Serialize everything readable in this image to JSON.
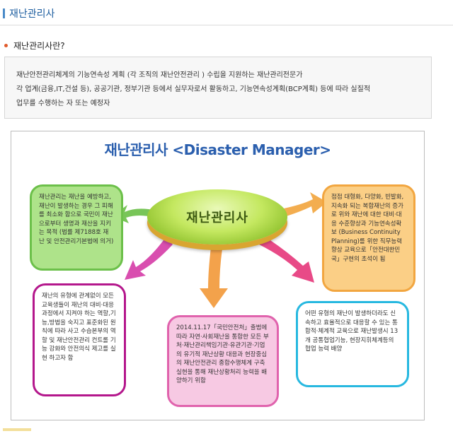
{
  "page": {
    "title": "재난관리사"
  },
  "section": {
    "title": "재난관리사란?"
  },
  "definition": {
    "lines": [
      "재난안전관리체계의 기능연속성 계획 (각 조직의 재난안전관리 ) 수립을 지원하는 재난관리전문가",
      "각 업계(금융,IT,건설 등), 공공기관, 정부기관 등에서 실무자로서 활동하고, 기능연속성계획(BCP계획) 등에 따라 실질적",
      "업무를 수행하는 자 또는 예정자"
    ]
  },
  "diagram": {
    "title": "재난관리사 <Disaster Manager>",
    "center_label": "재난관리사",
    "colors": {
      "green": "#6cc04a",
      "orange": "#f2a640",
      "purple": "#b4178c",
      "pink": "#e063ad",
      "cyan": "#27b8e0"
    },
    "bubbles": {
      "green": "재난관리는 재난을 예방하고, 재난이 발생하는 경우 그 피해를 최소화 함으로 국민이 재난으로부터 생명과 재산을 지키는 목적 (법률 제7188호 재난 및 안전관리기본법에 의거)",
      "orange": "점점 대형화, 다양화, 빈발화, 지속화 되는 복합재난의 증가로 위와 재난에 대한 대비·대응 수준향상과 기능연속성확보 (Business Continuity Planning)를 위한 직무능력 향상 교육으로「안전대한민국」구현의 초석이 됨",
      "purple": "재난의 유형에 관계없이 모든 교육생들이 재난의 대비·대응 과정에서 지켜야 하는 역할,기능,방법을 숙지고 표준화된 원칙에 따라 사고 수습본부의 역할 및 재난안전관리 컨트롤 기능 강화와 안전의식 제고를 실현 하고자 함",
      "pink": "2014.11.17「국민안전처」출범에 따라 자연·사회재난을 통합한 모든 부처·재난관리책임기관·유관기관·기업의 유기적 재난상황 대응과 현장중심의 재난안전관리 종합수행체계 구축 실현을 통해 재난상황처리 능력을 배양하기 위함",
      "cyan": "어떤 유형의 재난이 발생하더라도 신속하고 효율적으로 대응할 수 있는 통합적·체계적 교육으로 재난발생시 13개 공통협업기능, 현장지휘체계등의 협업 능력 배양"
    }
  }
}
